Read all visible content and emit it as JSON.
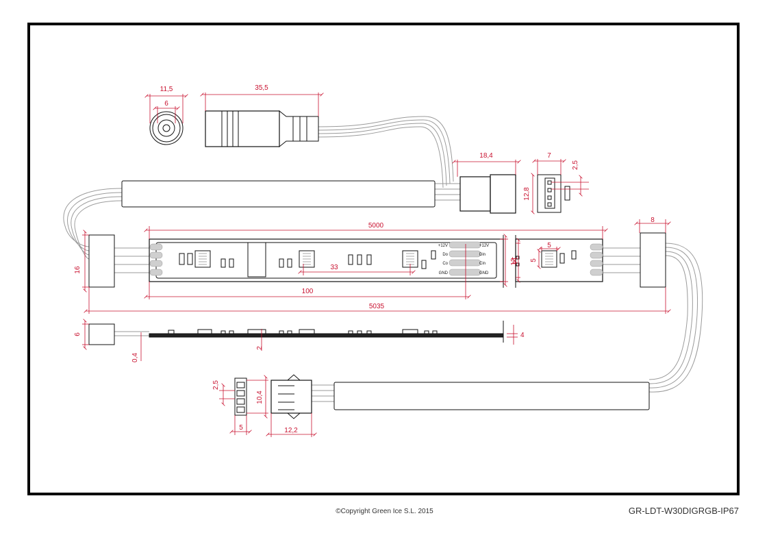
{
  "dimensions": {
    "dc_outer": "11,5",
    "dc_inner": "6",
    "dc_plug_len": "35,5",
    "conn_len": "18,4",
    "conn_face_w": "7",
    "conn_pin_pitch": "2,5",
    "conn_h": "12,8",
    "end_cap_w": "8",
    "strip_len": "5000",
    "led_pitch": "33",
    "cut_len": "100",
    "total_len": "5035",
    "cap_h": "16",
    "strip_w": "14",
    "pcb_w": "12",
    "led_size_w": "5",
    "led_size_h": "5",
    "side_cap_h": "6",
    "pcb_thk": "0,4",
    "comp_h": "2",
    "side_thk": "4",
    "bot_pitch": "2,5",
    "bot_h": "10,4",
    "bot_face_w": "5",
    "bot_len": "12,2"
  },
  "pins": {
    "left": [
      "+12V",
      "Do",
      "Co",
      "GND"
    ],
    "right": [
      "+12V",
      "Din",
      "Cin",
      "GND"
    ]
  },
  "footer": {
    "copyright": "©Copyright Green Ice S.L. 2015",
    "code": "GR-LDT-W30DIGRGB-IP67"
  },
  "colors": {
    "dimension": "#c8102e",
    "outline": "#111111",
    "cable": "#9a9a9a"
  }
}
